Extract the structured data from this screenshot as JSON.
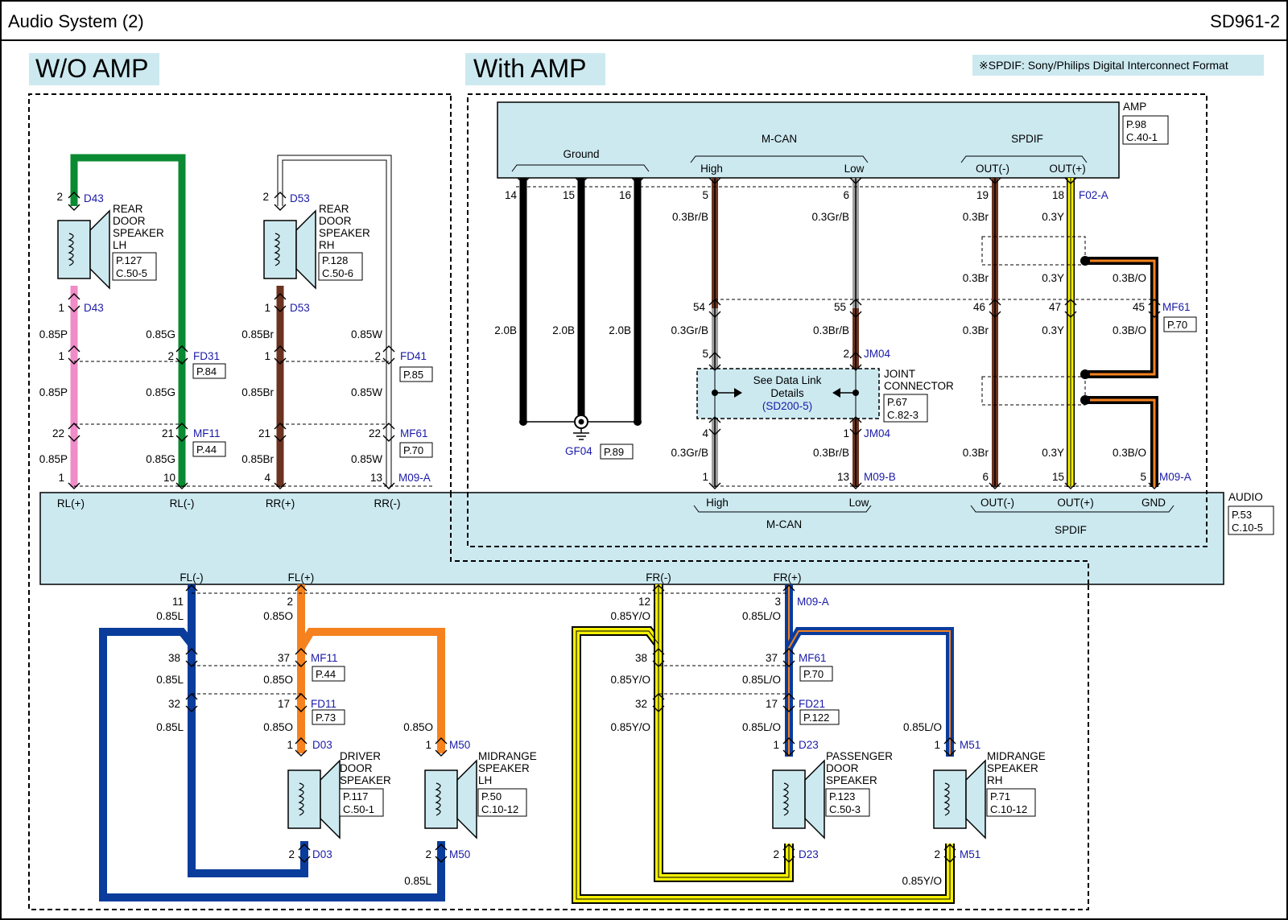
{
  "header": {
    "title": "Audio System (2)",
    "code": "SD961-2"
  },
  "sections": {
    "wo_amp": "W/O AMP",
    "with_amp": "With AMP"
  },
  "note": "※SPDIF: Sony/Philips Digital Interconnect Format",
  "colors": {
    "label_bg": "#cce9f0",
    "component_bg": "#cce9f0",
    "connector_blue": "#1a1aa8",
    "wire_green": "#0a8a32",
    "wire_pink": "#f08cc8",
    "wire_brown": "#6b3320",
    "wire_orange": "#f5821f",
    "wire_blue": "#0a3c9c",
    "wire_yellow": "#f4f000",
    "wire_gray": "#a0a0a0"
  },
  "amp": {
    "name": "AMP",
    "ref": "P.98",
    "conn": "C.40-1",
    "groups": {
      "ground": "Ground",
      "mcan": "M-CAN",
      "spdif": "SPDIF"
    },
    "pins": {
      "high": "High",
      "low": "Low",
      "out_minus": "OUT(-)",
      "out_plus": "OUT(+)"
    },
    "pin_nums": {
      "g1": "14",
      "g2": "15",
      "g3": "16",
      "high": "5",
      "low": "6",
      "outm": "19",
      "outp": "18"
    },
    "connector": "F02-A"
  },
  "audio": {
    "name": "AUDIO",
    "ref": "P.53",
    "conn": "C.10-5",
    "pins": {
      "rl_plus": "RL(+)",
      "rl_minus": "RL(-)",
      "rr_plus": "RR(+)",
      "rr_minus": "RR(-)",
      "high": "High",
      "low": "Low",
      "out_minus": "OUT(-)",
      "out_plus": "OUT(+)",
      "gnd": "GND",
      "fl_minus": "FL(-)",
      "fl_plus": "FL(+)",
      "fr_minus": "FR(-)",
      "fr_plus": "FR(+)"
    },
    "groups": {
      "mcan": "M-CAN",
      "spdif": "SPDIF"
    }
  },
  "wire_labels": {
    "g20": "2.0B",
    "br_b": "0.3Br/B",
    "gr_b": "0.3Gr/B",
    "br": "0.3Br",
    "y": "0.3Y",
    "b_o": "0.3B/O",
    "p085": "0.85P",
    "g085": "0.85G",
    "br085": "0.85Br",
    "w085": "0.85W",
    "l085": "0.85L",
    "o085": "0.85O",
    "yo085": "0.85Y/O",
    "lo085": "0.85L/O"
  },
  "pins": {
    "p1": "1",
    "p2": "2",
    "p4": "4",
    "p5": "5",
    "p6": "6",
    "p10": "10",
    "p11": "11",
    "p12": "12",
    "p13": "13",
    "p15": "15",
    "p17": "17",
    "p21": "21",
    "p22": "22",
    "p32": "32",
    "p37": "37",
    "p38": "38",
    "p45": "45",
    "p46": "46",
    "p47": "47",
    "p54": "54",
    "p55": "55",
    "p3": "3"
  },
  "connectors": {
    "d43": "D43",
    "d53": "D53",
    "fd31": "FD31",
    "fd41": "FD41",
    "mf11": "MF11",
    "mf61": "MF61",
    "m09a": "M09-A",
    "m09b": "M09-B",
    "jm04": "JM04",
    "d03": "D03",
    "m50": "M50",
    "fd11": "FD11",
    "fd21": "FD21",
    "d23": "D23",
    "m51": "M51",
    "gf04": "GF04"
  },
  "refs": {
    "p84": "P.84",
    "p85": "P.85",
    "p44": "P.44",
    "p70": "P.70",
    "p73": "P.73",
    "p122": "P.122",
    "p89": "P.89"
  },
  "joint": {
    "name1": "JOINT",
    "name2": "CONNECTOR",
    "ref": "P.67",
    "conn": "C.82-3",
    "see1": "See Data Link",
    "see2": "Details",
    "see3": "(SD200-5)"
  },
  "speakers": {
    "rear_lh": {
      "l1": "REAR",
      "l2": "DOOR",
      "l3": "SPEAKER",
      "l4": "LH",
      "ref": "P.127",
      "conn": "C.50-5"
    },
    "rear_rh": {
      "l1": "REAR",
      "l2": "DOOR",
      "l3": "SPEAKER",
      "l4": "RH",
      "ref": "P.128",
      "conn": "C.50-6"
    },
    "driver": {
      "l1": "DRIVER",
      "l2": "DOOR",
      "l3": "SPEAKER",
      "ref": "P.117",
      "conn": "C.50-1"
    },
    "mid_lh": {
      "l1": "MIDRANGE",
      "l2": "SPEAKER",
      "l3": "LH",
      "ref": "P.50",
      "conn": "C.10-12"
    },
    "passenger": {
      "l1": "PASSENGER",
      "l2": "DOOR",
      "l3": "SPEAKER",
      "ref": "P.123",
      "conn": "C.50-3"
    },
    "mid_rh": {
      "l1": "MIDRANGE",
      "l2": "SPEAKER",
      "l3": "RH",
      "ref": "P.71",
      "conn": "C.10-12"
    }
  }
}
